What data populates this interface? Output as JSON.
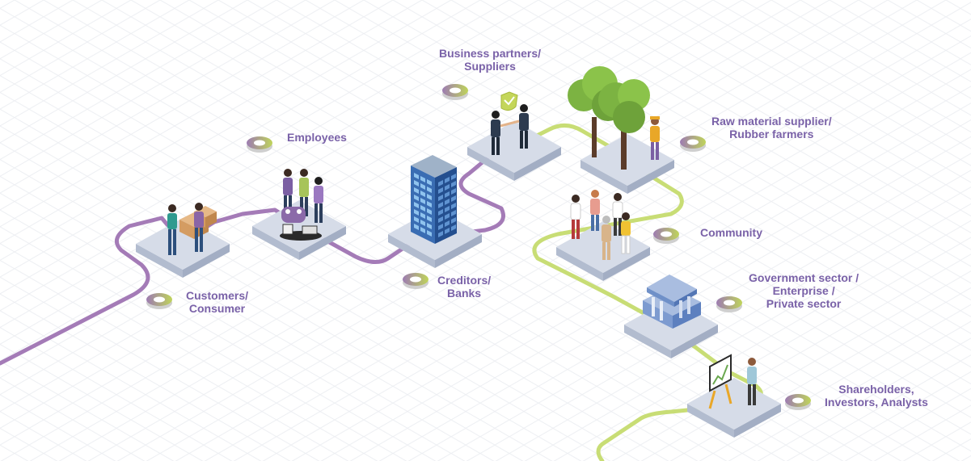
{
  "colors": {
    "purple_path": "#a47bb7",
    "green_path": "#c8dd75",
    "platform_top": "#d6dce8",
    "platform_side": "#b2bccf",
    "label_text": "#7a62a8",
    "marker_purple": "#9d7bb2",
    "marker_green": "#bfd45a",
    "grid": "#eceef2"
  },
  "stakeholders": [
    {
      "id": "customers",
      "lines": [
        "Customers/",
        "Consumer"
      ],
      "icon": "boxes-handover-icon"
    },
    {
      "id": "employees",
      "lines": [
        "Employees"
      ],
      "icon": "team-handshake-icon"
    },
    {
      "id": "creditors",
      "lines": [
        "Creditors/",
        "Banks"
      ],
      "icon": "office-tower-icon"
    },
    {
      "id": "partners",
      "lines": [
        "Business partners/",
        "Suppliers"
      ],
      "icon": "shield-handshake-icon"
    },
    {
      "id": "raw-material",
      "lines": [
        "Raw material supplier/",
        "Rubber farmers"
      ],
      "icon": "trees-farmer-icon"
    },
    {
      "id": "community",
      "lines": [
        "Community"
      ],
      "icon": "crowd-icon"
    },
    {
      "id": "government",
      "lines": [
        "Government sector /",
        "Enterprise /",
        "Private sector"
      ],
      "icon": "government-building-icon"
    },
    {
      "id": "shareholders",
      "lines": [
        "Shareholders,",
        "Investors, Analysts"
      ],
      "icon": "presentation-chart-icon"
    }
  ]
}
